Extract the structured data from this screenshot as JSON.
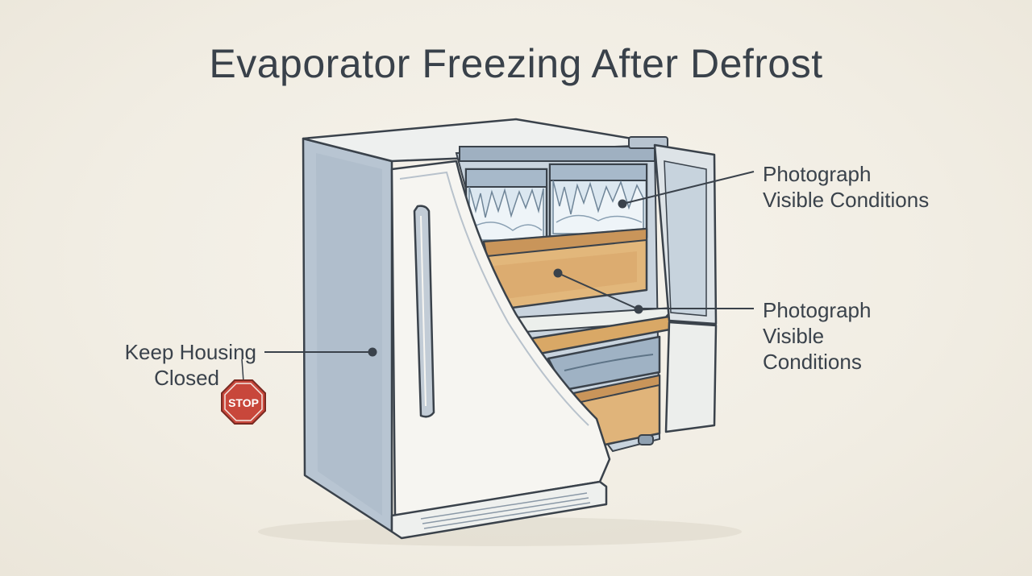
{
  "title": "Evaporator Freezing After Defrost",
  "callouts": {
    "top": {
      "line1": "Photograph",
      "line2": "Visible Conditions"
    },
    "middle": {
      "line1": "Photograph",
      "line2": "Visible",
      "line3": "Conditions"
    },
    "left": {
      "line1": "Keep Housing",
      "line2": "Closed"
    }
  },
  "stop_sign": {
    "text": "STOP",
    "color": "#c8473b"
  },
  "colors": {
    "background": "#f3efe6",
    "outline": "#3a424b",
    "cabinet_blue": "#b9c6d3",
    "door_white": "#f6f5f1",
    "drawer_wood": "#d9aa6b",
    "ice": "#e4eef5"
  }
}
